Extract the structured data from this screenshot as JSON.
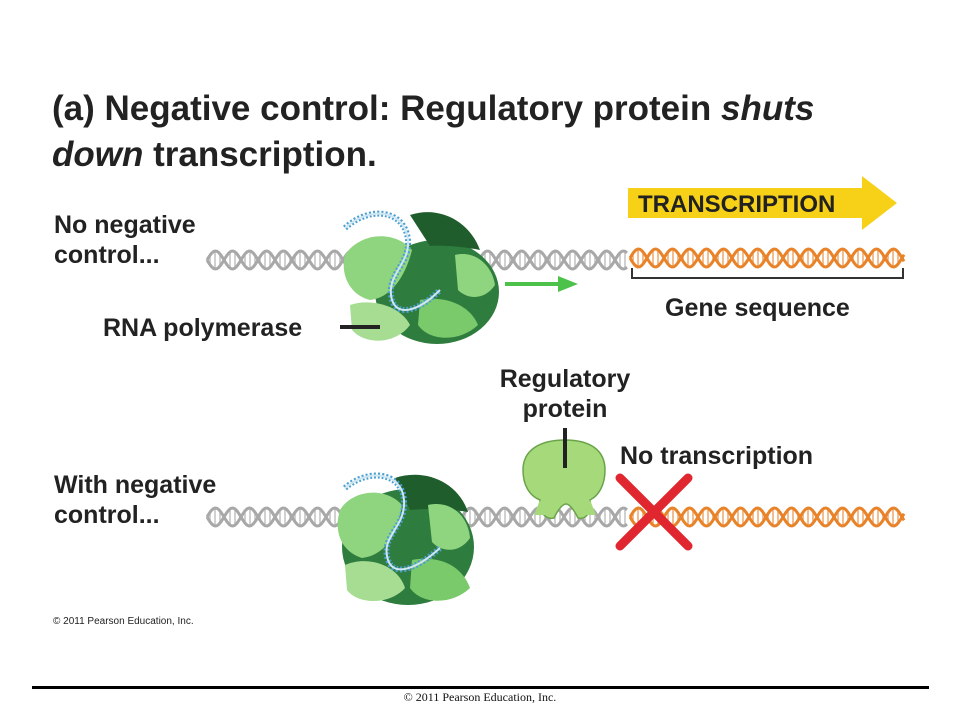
{
  "title": {
    "part1": "(a) Negative control: ",
    "part2": "Regulatory protein ",
    "part3": "shuts",
    "part4": "down",
    "part5": " transcription."
  },
  "labels": {
    "no_negative_control": "No negative control...",
    "with_negative_control": "With negative control...",
    "rna_polymerase": "RNA polymerase",
    "gene_sequence": "Gene sequence",
    "regulatory_protein": "Regulatory protein",
    "no_transcription": "No transcription",
    "transcription_arrow": "TRANSCRIPTION"
  },
  "copyright_small": "© 2011 Pearson Education, Inc.",
  "footer_copyright": "© 2011 Pearson Education, Inc.",
  "colors": {
    "dna_gray": "#a8a8a8",
    "gene_orange": "#e8832a",
    "polymerase_dark": "#2f7d3e",
    "polymerase_light": "#8fd47f",
    "rna_blue": "#4a9fd0",
    "arrow_yellow": "#f7d117",
    "x_red": "#e0262e",
    "green_arrow": "#4cc24a",
    "regulatory_green": "#a6d97a"
  }
}
